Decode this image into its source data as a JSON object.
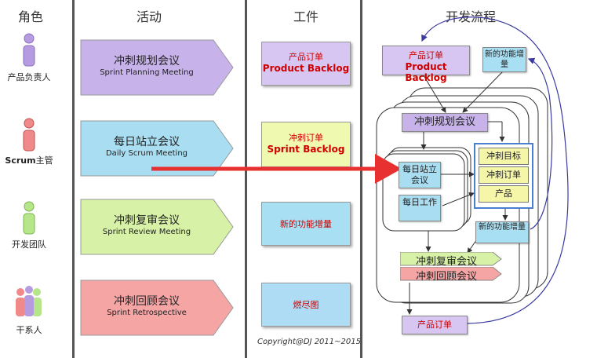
{
  "columns": {
    "roles": "角色",
    "activities": "活动",
    "artifacts": "工件",
    "flow": "开发流程"
  },
  "roles": [
    {
      "label": "产品负责人",
      "color": "#b79be0"
    },
    {
      "label_bold": "Scrum",
      "label_rest": "主管",
      "color": "#f08a8a"
    },
    {
      "label": "开发团队",
      "color": "#b6e68a"
    },
    {
      "label": "干系人"
    }
  ],
  "activities": [
    {
      "zh": "冲刺规划会议",
      "en": "Sprint Planning Meeting",
      "color": "#c7b3ea"
    },
    {
      "zh": "每日站立会议",
      "en": "Daily Scrum Meeting",
      "color": "#a9ddf1"
    },
    {
      "zh": "冲刺复审会议",
      "en": "Sprint Review Meeting",
      "color": "#d7f2a6"
    },
    {
      "zh": "冲刺回顾会议",
      "en": "Sprint Retrospective",
      "color": "#f6a5a5"
    }
  ],
  "artifacts": [
    {
      "zh": "产品订单",
      "en": "Product Backlog",
      "color": "#d7c6f2"
    },
    {
      "zh": "冲刺订单",
      "en": "Sprint Backlog",
      "color": "#f0f9b0"
    },
    {
      "zh": "新的功能增量",
      "en": "",
      "color": "#a9dff2"
    },
    {
      "zh": "燃尽图",
      "en": "",
      "color": "#aedcf5"
    }
  ],
  "copyright": "Copyright@DJ 2011~2015",
  "flow": {
    "product_backlog_zh": "产品订单",
    "product_backlog_en": "Product Backlog",
    "new_increment_top": "新的功能增量",
    "sprint_planning": "冲刺规划会议",
    "daily_standup": "每日站立会议",
    "daily_work": "每日工作",
    "sprint_goal": "冲刺目标",
    "sprint_backlog": "冲刺订单",
    "product": "产品",
    "new_increment": "新的功能增量",
    "sprint_review": "冲刺复审会议",
    "sprint_retro": "冲刺回顾会议",
    "product_backlog_bottom": "产品订单"
  }
}
